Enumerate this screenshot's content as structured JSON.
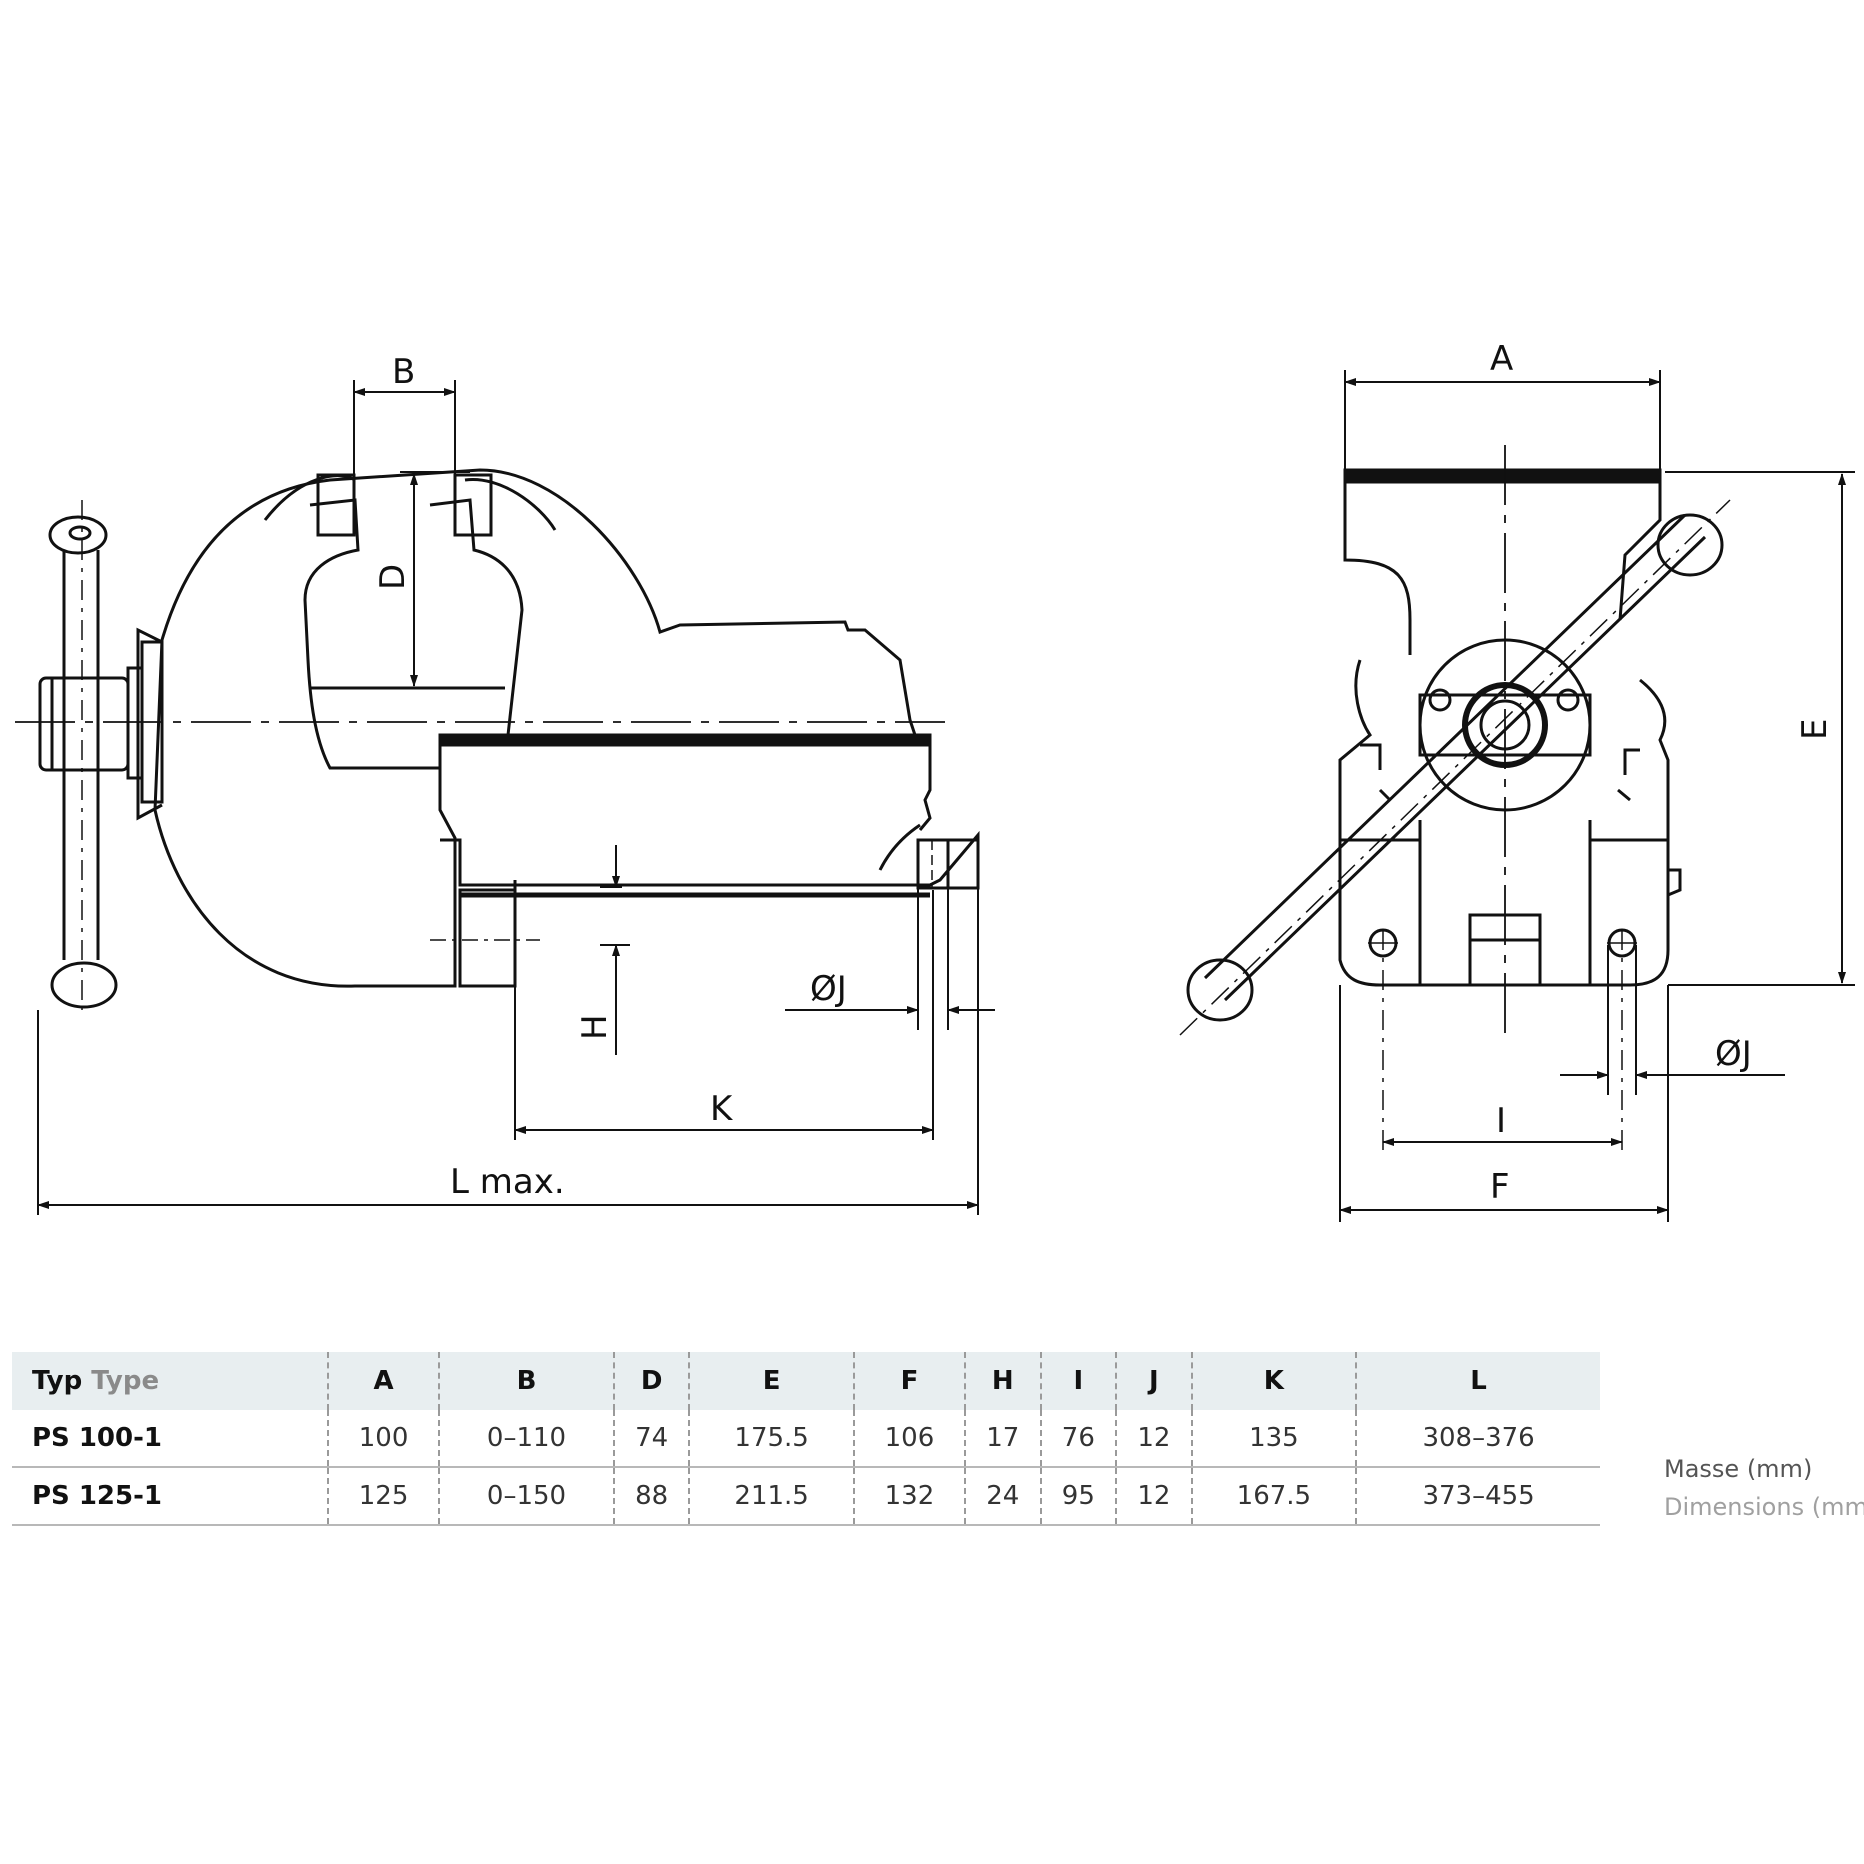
{
  "diagram": {
    "side_view_labels": {
      "B": "B",
      "D": "D",
      "H": "H",
      "J": "ØJ",
      "K": "K",
      "L": "L max."
    },
    "front_view_labels": {
      "A": "A",
      "E": "E",
      "J": "ØJ",
      "I": "I",
      "F": "F"
    }
  },
  "table": {
    "header_type_de": "Typ",
    "header_type_en": "Type",
    "columns": [
      "A",
      "B",
      "D",
      "E",
      "F",
      "H",
      "I",
      "J",
      "K",
      "L"
    ],
    "rows": [
      {
        "type": "PS 100-1",
        "values": [
          "100",
          "0–110",
          "74",
          "175.5",
          "106",
          "17",
          "76",
          "12",
          "135",
          "308–376"
        ]
      },
      {
        "type": "PS 125-1",
        "values": [
          "125",
          "0–150",
          "88",
          "211.5",
          "132",
          "24",
          "95",
          "12",
          "167.5",
          "373–455"
        ]
      }
    ]
  },
  "note": {
    "de": "Masse (mm)",
    "en": "Dimensions (mm"
  }
}
